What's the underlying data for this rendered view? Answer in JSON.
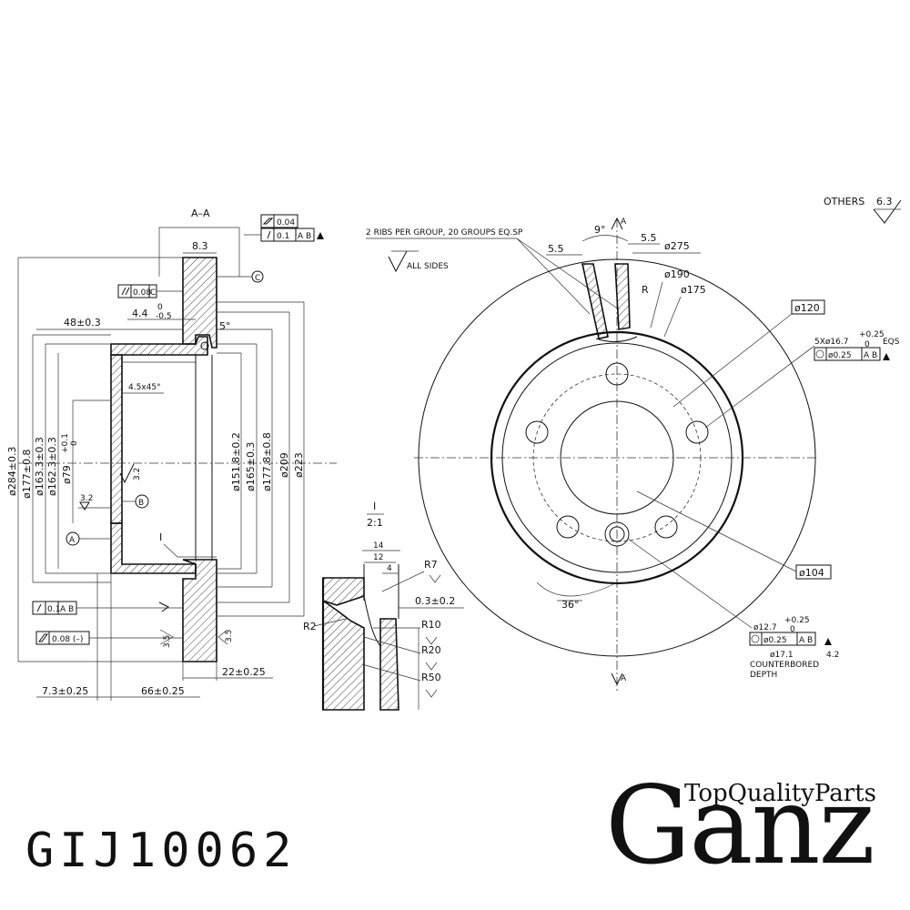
{
  "drawing": {
    "section_label": "A–A",
    "section_tol1": "0.04",
    "section_tol2": "0.1",
    "section_datum": "A B",
    "width_dim": "8.3",
    "datum_c": "C",
    "parallel_tol": "0.08",
    "parallel_datum": "C",
    "dim_48": "48±0.3",
    "dim_44": "4.4",
    "dim_44_tol_up": "0",
    "dim_44_tol_low": "-0.5",
    "angle_5": "5°",
    "chamfer": "4.5x45°",
    "dia_284": "ø284±0.3",
    "dia_177_left": "ø177±0.8",
    "dia_163": "ø163.3±0.3",
    "dia_162": "ø162.3±0.3",
    "dia_79": "ø79",
    "dia_79_tol": "+0.1",
    "dia_79_tol_low": "0",
    "roughness_32a": "3.2",
    "roughness_32b": "3.2",
    "datum_b": "B",
    "datum_a": "A",
    "dia_1518": "ø151.8±0.2",
    "dia_165": "ø165±0.3",
    "dia_1778": "ø177.8±0.8",
    "dia_209": "ø209",
    "dia_223": "ø223",
    "runout_tol": "0.1",
    "runout_datum": "A B",
    "flat_tol": "0.08 (–)",
    "detail_ref": "I",
    "rough_35a": "3.5",
    "rough_35b": "3.5",
    "dim_22": "22±0.25",
    "dim_73": "7.3±0.25",
    "dim_66": "66±0.25",
    "detail_title": "I",
    "detail_scale": "2:1",
    "detail_14": "14",
    "detail_12": "12",
    "detail_4": "4",
    "detail_r7": "R7",
    "detail_03": "0.3±0.2",
    "detail_r2": "R2",
    "detail_r10": "R10",
    "detail_r20": "R20",
    "detail_r50": "R50",
    "ribs_note": "2 RIBS PER GROUP, 20 GROUPS EQ.SP",
    "all_sides": "ALL SIDES",
    "others": "OTHERS",
    "others_val": "6.3",
    "section_a_top": "A",
    "section_a_bottom": "A",
    "angle_9": "9°",
    "dim_55a": "5.5",
    "dim_55b": "5.5",
    "dia_275": "ø275",
    "dia_190": "ø190",
    "dia_175": "ø175",
    "rib_r": "R",
    "dia_120": "ø120",
    "holes_spec": "5Xø16.7",
    "holes_tol": "+0.25",
    "holes_tol_low": "0",
    "holes_eqs": "EQS",
    "holes_pos": "ø0.25",
    "holes_datum": "A B",
    "angle_36": "36°",
    "dia_104": "ø104",
    "hole_127": "ø12.7",
    "hole_127_tol": "+0.25",
    "hole_127_tol_low": "0",
    "hole_127_pos": "ø0.25",
    "hole_127_datum": "A B",
    "cbore_dia": "ø17.1",
    "cbore_depth": "4.2",
    "counterbored": "COUNTERBORED",
    "depth": "DEPTH"
  },
  "footer": {
    "part_number": "GIJ10062",
    "brand_tagline": "TopQualityParts",
    "brand_name": "Ganz"
  }
}
